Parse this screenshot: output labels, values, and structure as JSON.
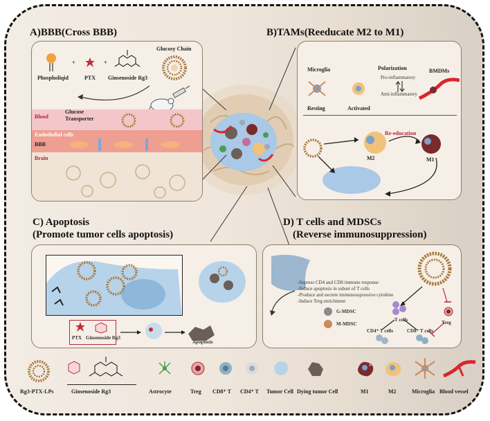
{
  "panel_a": {
    "title": "A)BBB(Cross BBB)",
    "glucosy_chain": "Glucosy Chain",
    "phospholipid": "Phospholiqid",
    "ptx": "PTX",
    "rg3": "Ginsenoside Rg3",
    "plus": "+",
    "blood": "Blood",
    "glucose_transporter_1": "Glucose",
    "glucose_transporter_2": "Transporter",
    "endothelial": "Endothelial cells",
    "bbb": "BBB",
    "brain": "Brain"
  },
  "panel_b": {
    "title": "B)TAMs(Reeducate M2 to M1)",
    "microglia": "Microglia",
    "polarization": "Polarization",
    "pro": "Pro-inflammatory",
    "anti": "Anti-inflammatory",
    "bmdms": "BMDMs",
    "resting": "Resting",
    "activated": "Activated",
    "reeducation": "Re-education",
    "m2": "M2",
    "m1": "M1"
  },
  "panel_c": {
    "title_1": "C) Apoptosis",
    "title_2": "(Promote tumor cells apoptosis)",
    "ptx": "PTX",
    "rg3": "Ginsenoside Rg3",
    "apoptosis": "Apoptosis"
  },
  "panel_d": {
    "title_1": "D) T cells and MDSCs",
    "title_2": "(Reverse immunosuppression)",
    "line1": "-Supress CD4 and CD8 immune response",
    "line2": "-Induce apoptosis in subset of T cells",
    "line3": "-Produce and secrete immunosupressive cytokine",
    "line4": "-Induce Treg enrichment",
    "gmdsc": "G-MDSC",
    "mmdsc": "M-MDSC",
    "tcells": "T cells",
    "cd4": "CD4⁺ T cells",
    "cd8": "CD8⁺ T cells",
    "treg": "Treg"
  },
  "legend": {
    "items": [
      "Rg3-PTX-LPs",
      "Ginsenoside Rg3",
      "Astrocyte",
      "Treg",
      "CD8⁺ T",
      "CD4⁺ T",
      "Tumor Cell",
      "Dying tumor Cell",
      "M1",
      "M2",
      "Microglia",
      "Blood vessel"
    ]
  },
  "colors": {
    "liposome_ring": "#a8793f",
    "blood": "#f3c7c9",
    "endothelial": "#ef9e92",
    "tumor": "#a9c9e6",
    "m1": "#7a2a2a",
    "m2": "#f0c27a",
    "vessel": "#d9262c",
    "ptx": "#c0303a"
  }
}
